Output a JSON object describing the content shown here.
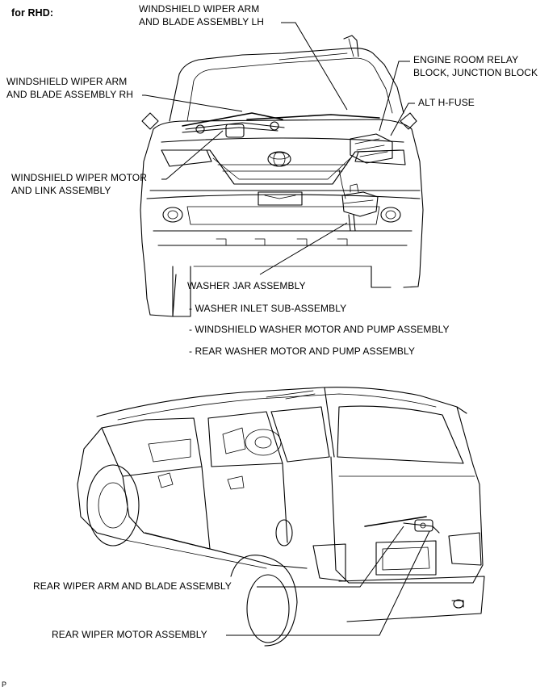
{
  "header": {
    "variant": "for RHD:"
  },
  "labels": {
    "wiper_arm_lh_line1": "WINDSHIELD WIPER ARM",
    "wiper_arm_lh_line2": "AND BLADE ASSEMBLY LH",
    "relay_block_line1": "ENGINE ROOM RELAY",
    "relay_block_line2": "BLOCK, JUNCTION BLOCK",
    "wiper_arm_rh_line1": "WINDSHIELD WIPER ARM",
    "wiper_arm_rh_line2": "AND BLADE ASSEMBLY RH",
    "alt_fuse": "ALT H-FUSE",
    "wiper_motor_line1": "WINDSHIELD WIPER MOTOR",
    "wiper_motor_line2": "AND LINK ASSEMBLY",
    "washer_jar": "WASHER JAR ASSEMBLY",
    "washer_sub_1": "- WASHER INLET SUB-ASSEMBLY",
    "washer_sub_2": "- WINDSHIELD WASHER MOTOR AND PUMP ASSEMBLY",
    "washer_sub_3": "- REAR WASHER MOTOR AND PUMP ASSEMBLY",
    "rear_wiper_arm": "REAR WIPER ARM AND BLADE ASSEMBLY",
    "rear_wiper_motor": "REAR WIPER MOTOR ASSEMBLY"
  },
  "figure_code": "P"
}
